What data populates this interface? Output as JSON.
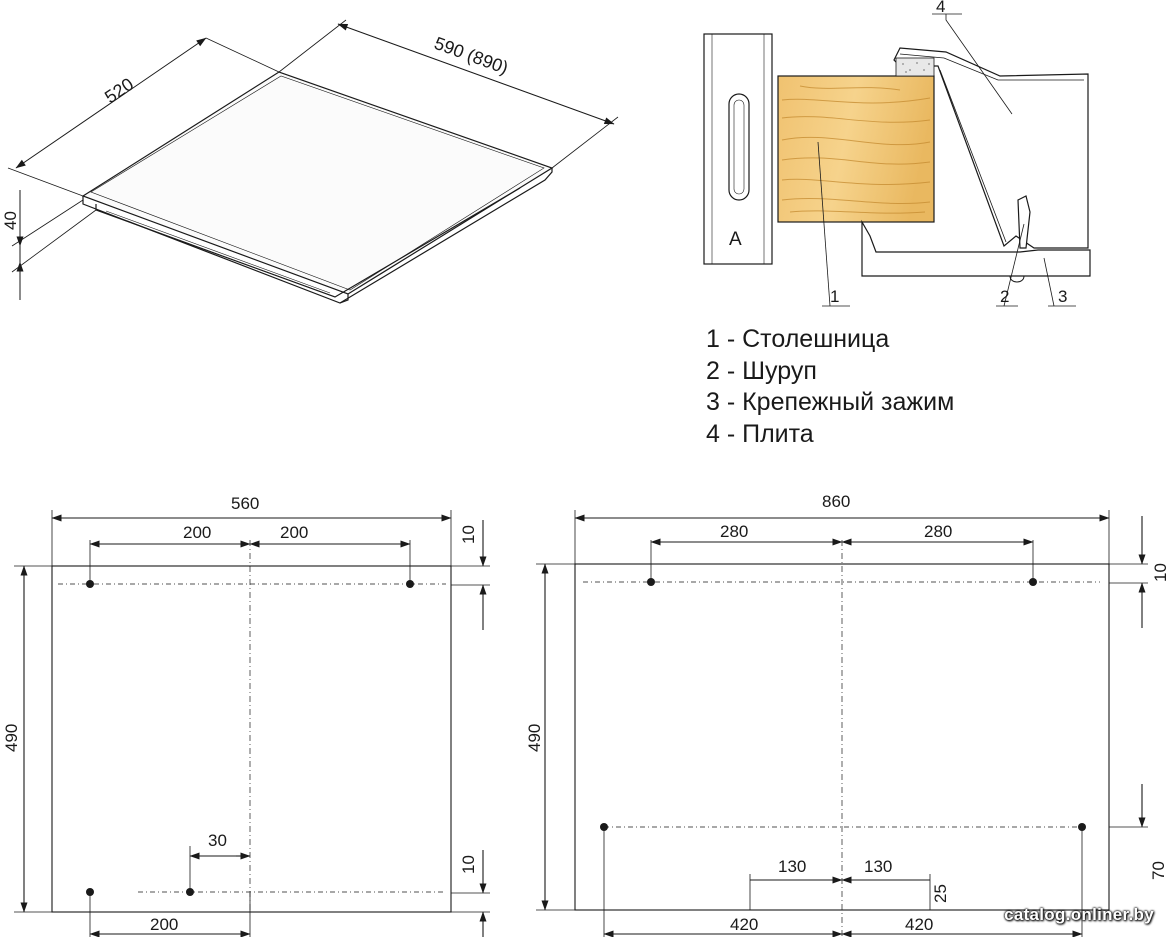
{
  "iso_view": {
    "dim_depth": "520",
    "dim_width": "590 (890)",
    "dim_height": "40"
  },
  "section_view": {
    "bracket_letter": "A",
    "callouts": [
      "1",
      "2",
      "3",
      "4"
    ]
  },
  "legend": [
    "1 - Столешница",
    "2 - Шуруп",
    "3 - Крепежный зажим",
    "4 - Плита"
  ],
  "plan_left": {
    "overall_width": "560",
    "half_left": "200",
    "half_right": "200",
    "height": "490",
    "top_offset": "10",
    "bottom_offset": "10",
    "small_offset": "30",
    "bottom_span": "200"
  },
  "plan_right": {
    "overall_width": "860",
    "half_left": "280",
    "half_right": "280",
    "height": "490",
    "top_offset": "10",
    "bottom_inner_left": "130",
    "bottom_inner_right": "130",
    "bottom_outer_left": "420",
    "bottom_outer_right": "420",
    "bottom_small": "25",
    "bottom_vertical": "70"
  },
  "watermark": "catalog.onliner.by",
  "colors": {
    "line": "#1a1a1a",
    "wood_light": "#f1c778",
    "wood_dark": "#d49b3c"
  }
}
